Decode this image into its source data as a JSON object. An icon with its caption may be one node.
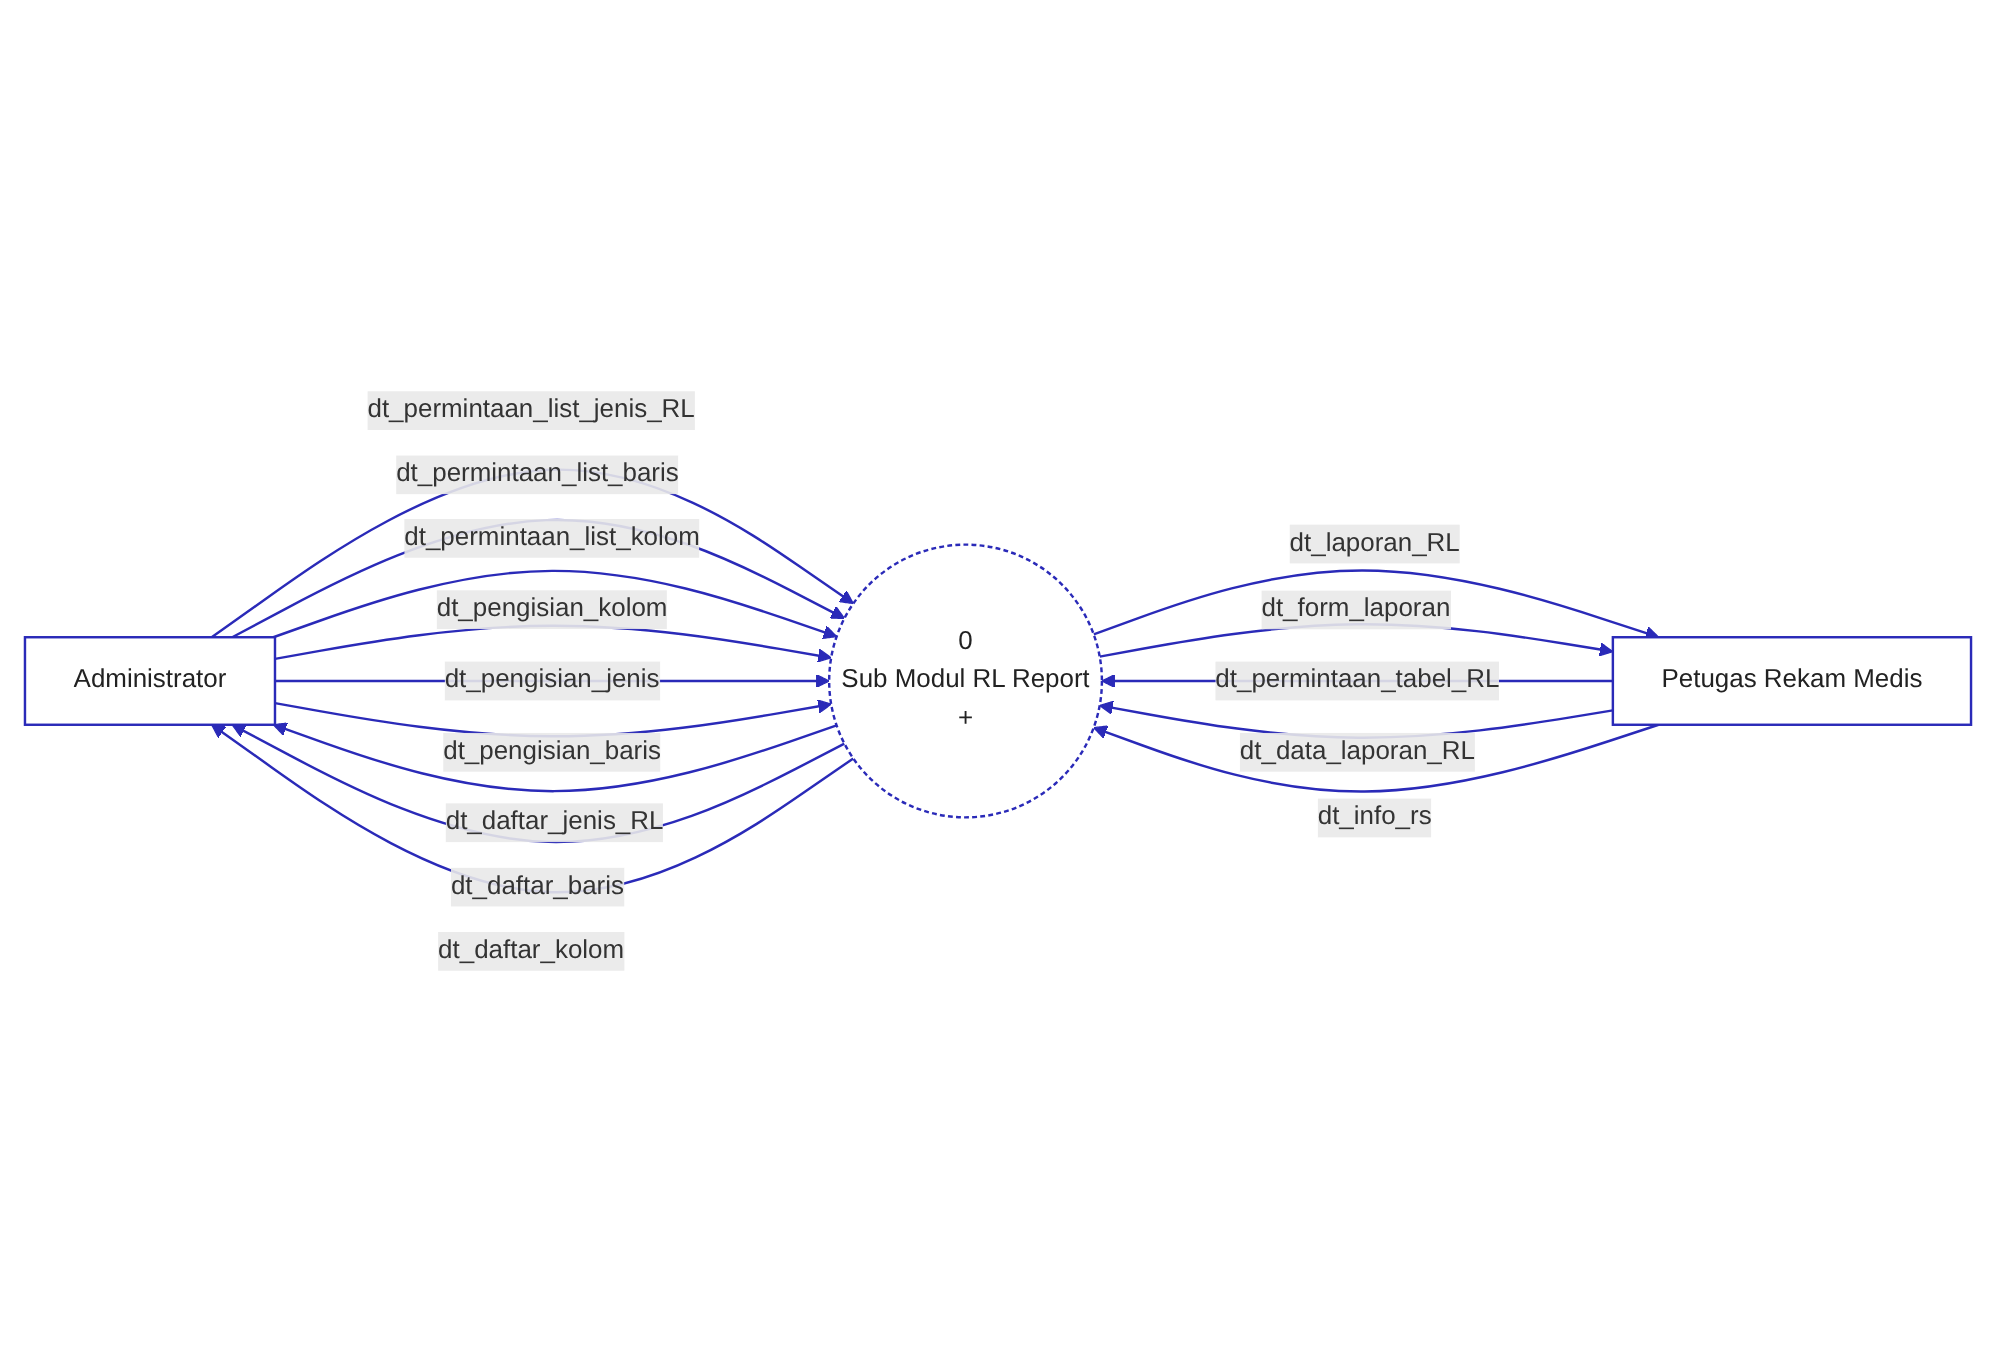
{
  "diagram": {
    "nodes": [
      {
        "text": [
          "Administrator"
        ]
      },
      {
        "text": [
          "0",
          "Sub Modul RL Report",
          "+"
        ]
      },
      {
        "text": [
          "Petugas Rekam Medis"
        ]
      }
    ],
    "edges": [
      {
        "from": 0,
        "to": 1,
        "arrow": "to",
        "label": "dt_permintaan_list_jenis_RL"
      },
      {
        "from": 0,
        "to": 1,
        "arrow": "to",
        "label": "dt_permintaan_list_baris"
      },
      {
        "from": 0,
        "to": 1,
        "arrow": "to",
        "label": "dt_permintaan_list_kolom"
      },
      {
        "from": 0,
        "to": 1,
        "arrow": "to",
        "label": "dt_pengisian_kolom"
      },
      {
        "from": 0,
        "to": 1,
        "arrow": "to",
        "label": "dt_pengisian_jenis"
      },
      {
        "from": 0,
        "to": 1,
        "arrow": "to",
        "label": "dt_pengisian_baris"
      },
      {
        "from": 1,
        "to": 2,
        "arrow": "to",
        "label": "dt_laporan_RL"
      },
      {
        "from": 1,
        "to": 2,
        "arrow": "to",
        "label": "dt_form_laporan"
      },
      {
        "from": 2,
        "to": 1,
        "arrow": "to",
        "label": "dt_permintaan_tabel_RL"
      },
      {
        "from": 2,
        "to": 1,
        "arrow": "to",
        "label": "dt_data_laporan_RL"
      },
      {
        "from": 2,
        "to": 1,
        "arrow": "to",
        "label": "dt_info_rs"
      },
      {
        "from": 1,
        "to": 0,
        "arrow": "to",
        "label": "dt_daftar_jenis_RL"
      },
      {
        "from": 1,
        "to": 0,
        "arrow": "to",
        "label": "dt_daftar_baris"
      },
      {
        "from": 1,
        "to": 0,
        "arrow": "to",
        "label": "dt_daftar_kolom"
      }
    ]
  }
}
